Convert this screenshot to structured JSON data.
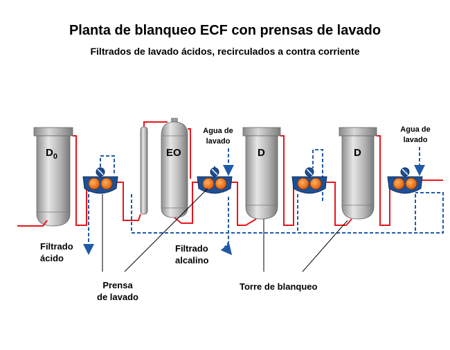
{
  "title": "Planta de blanqueo ECF con prensas de lavado",
  "subtitle": "Filtrados de lavado ácidos, recirculados a contra corriente",
  "towers": [
    {
      "label": "D",
      "sub": "0"
    },
    {
      "label": "EO",
      "sub": ""
    },
    {
      "label": "D",
      "sub": ""
    },
    {
      "label": "D",
      "sub": ""
    }
  ],
  "labels": {
    "agua_lavado_1_a": "Agua de",
    "agua_lavado_1_b": "lavado",
    "agua_lavado_2_a": "Agua de",
    "agua_lavado_2_b": "lavado",
    "filtrado_acido_a": "Filtrado",
    "filtrado_acido_b": "ácido",
    "filtrado_alcalino_a": "Filtrado",
    "filtrado_alcalino_b": "alcalino",
    "prensa_a": "Prensa",
    "prensa_b": "de lavado",
    "torre": "Torre de blanqueo"
  },
  "colors": {
    "pulp_line": "#e8141b",
    "filtrate_line": "#1f5aa6",
    "tower_body": "#b9b9b9",
    "press_body": "#1e4f94",
    "press_roll": "#f07a1a"
  }
}
